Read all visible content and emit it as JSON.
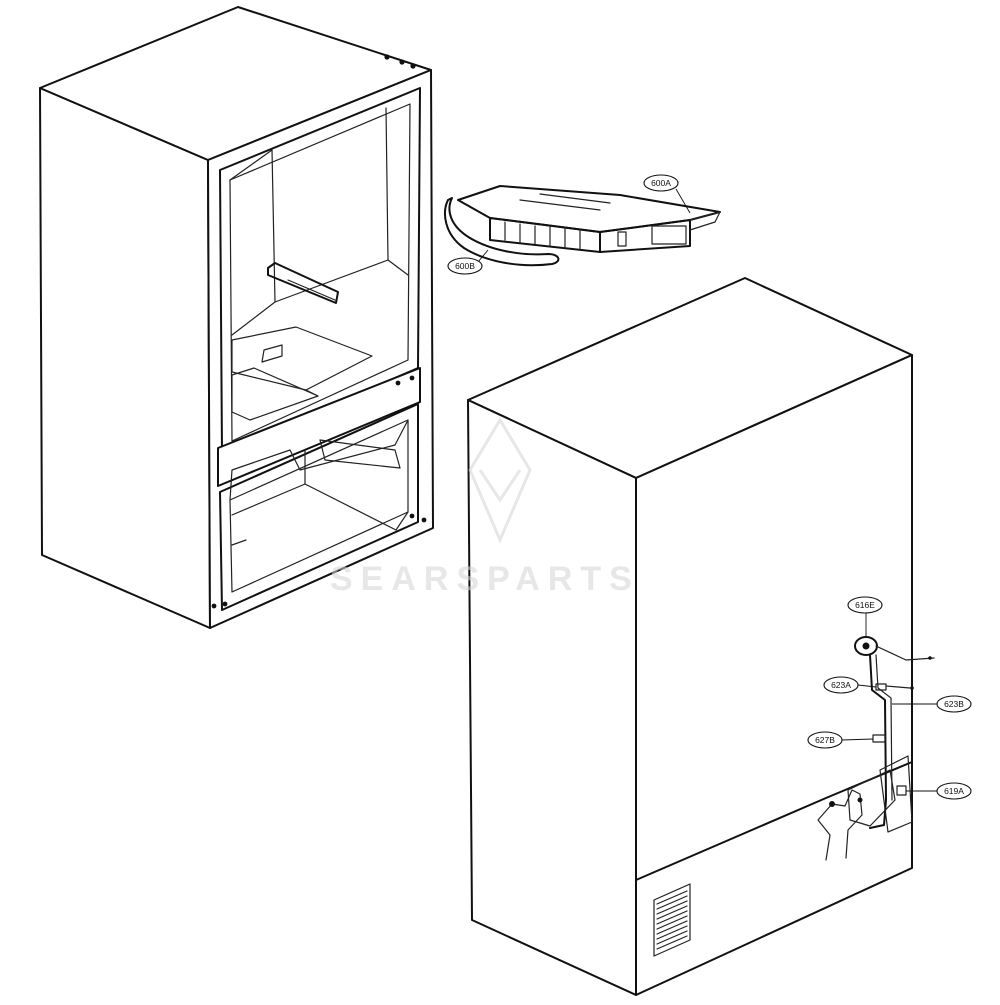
{
  "diagram": {
    "watermark": "SEARSPARTS",
    "callouts": [
      {
        "id": "600A",
        "label": "600A"
      },
      {
        "id": "600B",
        "label": "600B"
      },
      {
        "id": "616E",
        "label": "616E"
      },
      {
        "id": "623A",
        "label": "623A"
      },
      {
        "id": "623B",
        "label": "623B"
      },
      {
        "id": "627B",
        "label": "627B"
      },
      {
        "id": "619A",
        "label": "619A"
      }
    ]
  }
}
